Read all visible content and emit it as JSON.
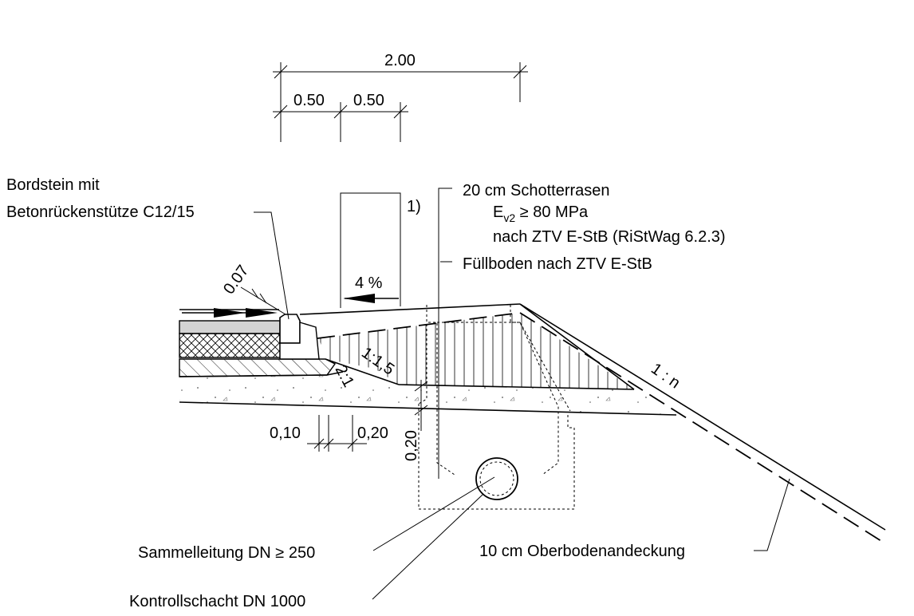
{
  "dimensions": {
    "top_total": "2.00",
    "top_left": "0.50",
    "top_right": "0.50",
    "bottom_left": "0,10",
    "bottom_right": "0,20",
    "vertical": "0,20",
    "curb_height": "0.07"
  },
  "labels": {
    "curb_line1": "Bordstein mit",
    "curb_line2": "Betonrückenstütze C12/15",
    "note_marker": "1)",
    "slope_percent": "4 %",
    "slope_15": "1:1,5",
    "slope_21": "2:1",
    "slope_n": "1 : n",
    "layer_top_line1": "20 cm Schotterrasen",
    "layer_top_line2_pre": "E",
    "layer_top_line2_sub": "v2",
    "layer_top_line2_post": " ≥ 80 MPa",
    "layer_top_line3": "nach ZTV E-StB (RiStWag 6.2.3)",
    "layer_fill": "Füllboden nach ZTV E-StB",
    "pipe": "Sammelleitung DN ≥ 250",
    "shaft": "Kontrollschacht DN 1000",
    "topsoil": "10 cm Oberbodenandeckung"
  }
}
